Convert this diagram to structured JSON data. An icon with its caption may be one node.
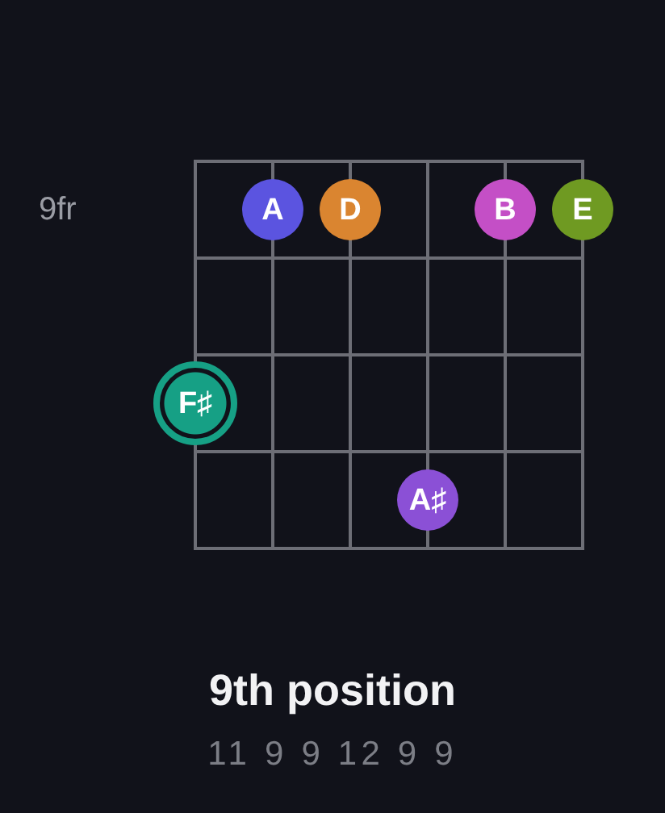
{
  "diagram": {
    "title": "9th position",
    "nodes": [
      {
        "text": [
          "A"
        ]
      },
      {
        "text": [
          "D"
        ]
      },
      {
        "text": [
          "B"
        ]
      },
      {
        "text": [
          "E"
        ]
      },
      {
        "text": [
          "F♯"
        ]
      },
      {
        "text": [
          "A♯"
        ]
      }
    ],
    "labels": [
      "9fr",
      "11 9 9 12 9 9"
    ]
  }
}
